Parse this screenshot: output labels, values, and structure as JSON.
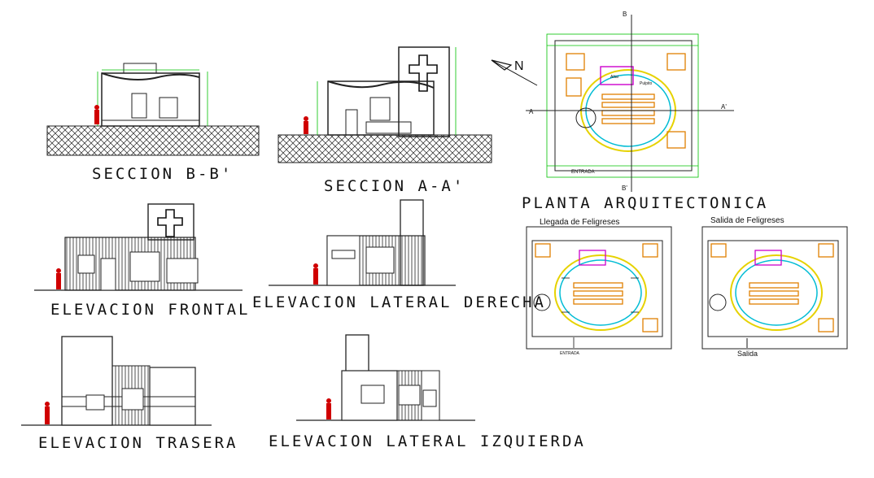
{
  "labels": {
    "seccion_bb": "SECCION B-B'",
    "seccion_aa": "SECCION A-A'",
    "planta": "PLANTA ARQUITECTONICA",
    "elev_frontal": "ELEVACION FRONTAL",
    "elev_derecha": "ELEVACION LATERAL DERECHA",
    "elev_trasera": "ELEVACION TRASERA",
    "elev_izquierda": "ELEVACION LATERAL IZQUIERDA",
    "llegada": "Llegada de Feligreses",
    "salida_title": "Salida de Feligreses",
    "salida_mark": "Salida",
    "north": "N",
    "entrada": "ENTRADA",
    "cut_a": "A",
    "cut_a2": "A'",
    "cut_b": "B",
    "cut_b2": "B'",
    "altar": "Altar",
    "pulpito": "Pulpito"
  },
  "colors": {
    "line": "#111111",
    "dim": "#00c000",
    "accent_magenta": "#cc00cc",
    "accent_yellow": "#e6d200",
    "accent_orange": "#e08000",
    "accent_cyan": "#00bcd4",
    "accent_red": "#d00000"
  }
}
